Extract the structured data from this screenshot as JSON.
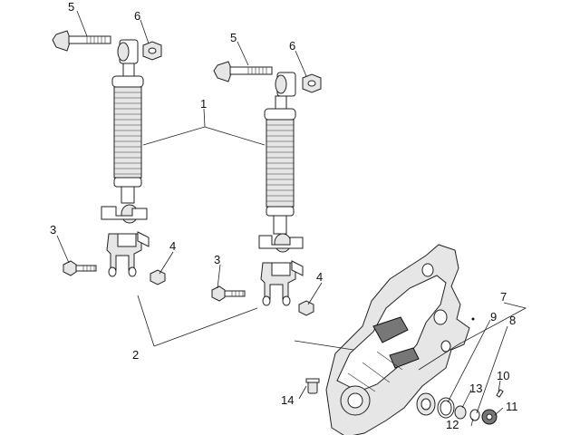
{
  "diagram": {
    "callouts": [
      {
        "id": "c5a",
        "text": "5"
      },
      {
        "id": "c6a",
        "text": "6"
      },
      {
        "id": "c5b",
        "text": "5"
      },
      {
        "id": "c6b",
        "text": "6"
      },
      {
        "id": "c1",
        "text": "1"
      },
      {
        "id": "c3a",
        "text": "3"
      },
      {
        "id": "c4a",
        "text": "4"
      },
      {
        "id": "c3b",
        "text": "3"
      },
      {
        "id": "c4b",
        "text": "4"
      },
      {
        "id": "c2",
        "text": "2"
      },
      {
        "id": "c7",
        "text": "7"
      },
      {
        "id": "c9",
        "text": "9"
      },
      {
        "id": "c8",
        "text": "8"
      },
      {
        "id": "c10",
        "text": "10"
      },
      {
        "id": "c13",
        "text": "13"
      },
      {
        "id": "c14",
        "text": "14"
      },
      {
        "id": "c11",
        "text": "11"
      },
      {
        "id": "c12",
        "text": "12"
      }
    ]
  }
}
